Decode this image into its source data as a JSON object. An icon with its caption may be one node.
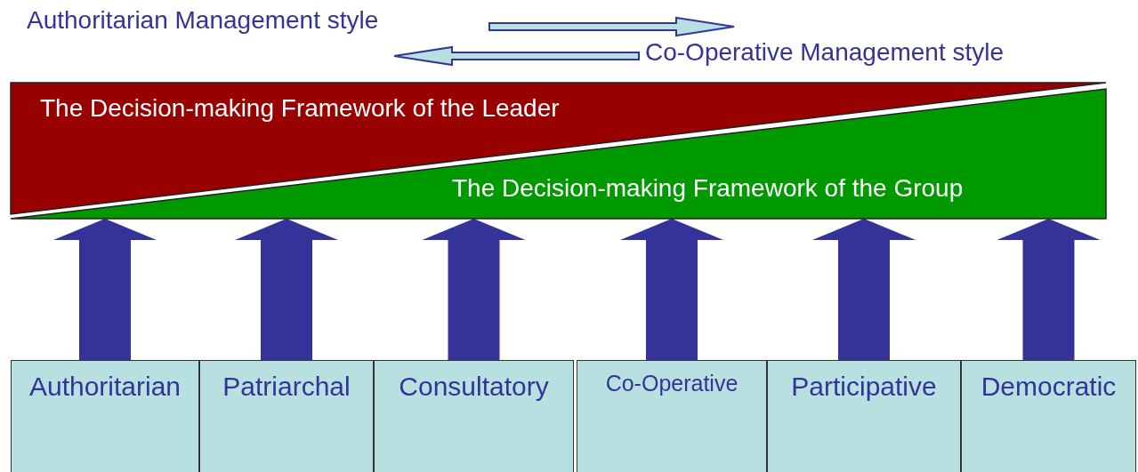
{
  "diagram": {
    "nodes": [
      {
        "text": [
          "The Decision-making Framework of the Leader"
        ]
      },
      {
        "text": [
          "The Decision-making Framework of the Group"
        ]
      },
      {
        "text": [
          "Authoritarian"
        ]
      },
      {
        "text": [
          "Patriarchal"
        ]
      },
      {
        "text": [
          "Consultatory"
        ]
      },
      {
        "text": [
          "Co-Operative"
        ]
      },
      {
        "text": [
          "Participative"
        ]
      },
      {
        "text": [
          "Democratic"
        ]
      }
    ],
    "edges": [
      {
        "from": 2,
        "to": 1,
        "arrow": "to"
      },
      {
        "from": 3,
        "to": 1,
        "arrow": "to"
      },
      {
        "from": 4,
        "to": 1,
        "arrow": "to"
      },
      {
        "from": 5,
        "to": 1,
        "arrow": "to"
      },
      {
        "from": 6,
        "to": 1,
        "arrow": "to"
      },
      {
        "from": 7,
        "to": 1,
        "arrow": "to"
      }
    ],
    "labels": [
      "Authoritarian Management style",
      "Co-Operative Management style"
    ]
  }
}
